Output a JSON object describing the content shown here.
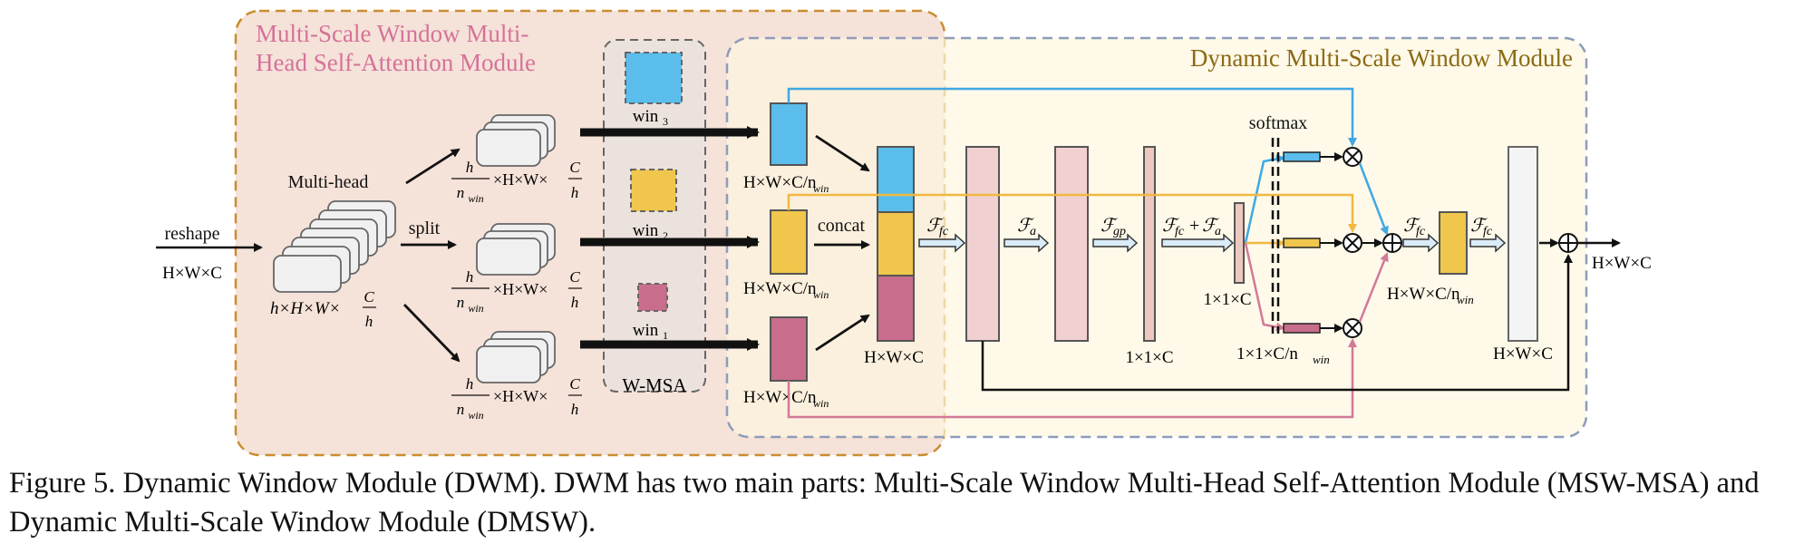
{
  "diagram": {
    "msw_title_line1": "Multi-Scale Window Multi-",
    "msw_title_line2": "Head Self-Attention Module",
    "dmsw_title": "Dynamic Multi-Scale Window Module",
    "input_op": "reshape",
    "input_shape": "H×W×C",
    "multihead_label": "Multi-head",
    "multihead_shape_prefix": "h×H×W×",
    "frac_C": "C",
    "frac_h": "h",
    "frac_nwin_base": "n",
    "frac_nwin_sub": "win",
    "branch_shape_mid": "×H×W×",
    "split_label": "split",
    "win3": {
      "base": "win",
      "sub": "3"
    },
    "win2": {
      "base": "win",
      "sub": "2"
    },
    "win1": {
      "base": "win",
      "sub": "1"
    },
    "wmsa_label": "W-MSA",
    "win_out_shape": "H×W×C/n",
    "win_out_sub": "win",
    "concat_label": "concat",
    "concat_shape": "H×W×C",
    "ops": {
      "F": "ℱ",
      "fc_sub": "fc",
      "a_sub": "a",
      "gp_sub": "gp",
      "plus": "+"
    },
    "gp_shape": "1×1×C",
    "sum_shape": "1×1×C",
    "softmax_label": "softmax",
    "softmax_shape": "1×1×C/n",
    "softmax_shape_sub": "win",
    "fc_out_shape": "H×W×C/n",
    "fc_out_shape_sub": "win",
    "last_shape": "H×W×C",
    "output_shape": "H×W×C"
  },
  "colors": {
    "msw_bg": "#f5e2d8",
    "msw_border": "#c98d2e",
    "msw_title": "#d5729a",
    "dmsw_bg": "#fdf6df",
    "dmsw_border": "#8e9bbb",
    "dmsw_title": "#8b6a12",
    "blue": "#5bbdec",
    "yellow": "#f0c64c",
    "pink": "#c86e8c",
    "lightpink": "#f0d0d0",
    "pink_line": "#d07a98",
    "blue_line": "#3fa8e3",
    "yellow_line": "#f2b840"
  },
  "caption": "Figure 5. Dynamic Window Module (DWM). DWM has two main parts: Multi-Scale Window Multi-Head Self-Attention Module (MSW-MSA) and Dynamic Multi-Scale Window Module (DMSW)."
}
